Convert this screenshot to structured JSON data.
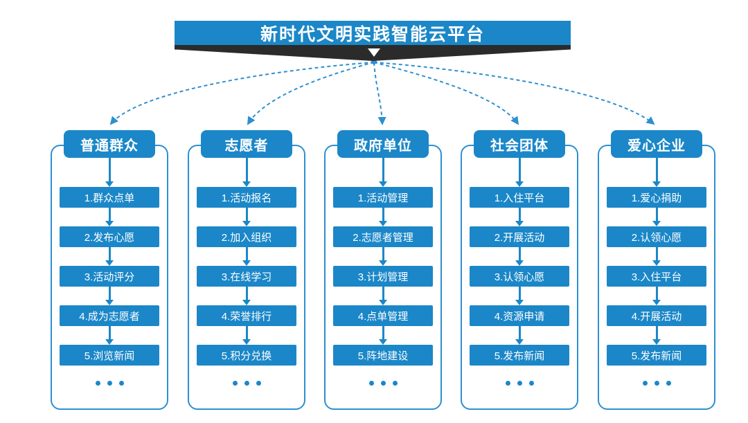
{
  "title": "新时代文明实践智能云平台",
  "more_indicator": "...",
  "colors": {
    "primary_blue": "#1b87c8",
    "outline_blue": "#2e8fd0",
    "dark_banner_tail": "#2b2b2b",
    "text_on_blue": "#ffffff",
    "background": "#ffffff"
  },
  "columns": [
    {
      "header": "普通群众",
      "items": [
        "1.群众点单",
        "2.发布心愿",
        "3.活动评分",
        "4.成为志愿者",
        "5.浏览新闻"
      ]
    },
    {
      "header": "志愿者",
      "items": [
        "1.活动报名",
        "2.加入组织",
        "3.在线学习",
        "4.荣誉排行",
        "5.积分兑换"
      ]
    },
    {
      "header": "政府单位",
      "items": [
        "1.活动管理",
        "2.志愿者管理",
        "3.计划管理",
        "4.点单管理",
        "5.阵地建设"
      ]
    },
    {
      "header": "社会团体",
      "items": [
        "1.入住平台",
        "2.开展活动",
        "3.认领心愿",
        "4.资源申请",
        "5.发布新闻"
      ]
    },
    {
      "header": "爱心企业",
      "items": [
        "1.爱心捐助",
        "2.认领心愿",
        "3.入住平台",
        "4.开展活动",
        "5.发布新闻"
      ]
    }
  ]
}
